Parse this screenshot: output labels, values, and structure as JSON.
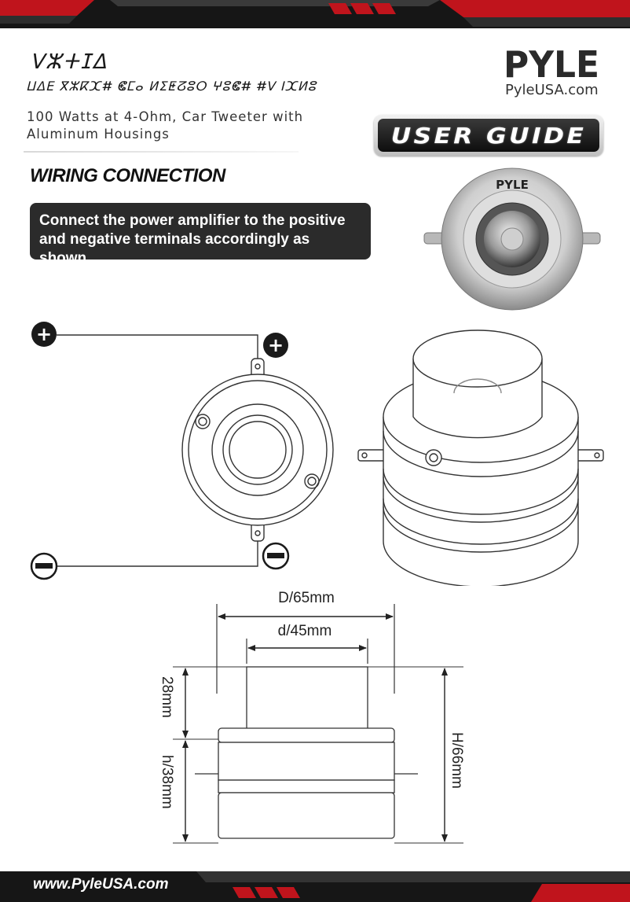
{
  "header": {
    "model_code": "ⴸⵣⵜⵊⵠ",
    "model_subtitle": "ⵡⵠⴹ ⴳⵣⴽⵋⵌ ⵞⵎⴰ ⵍⵉⵟⵒⵓⵔ ⵖⵓⵞⵌ ⵌⴸ ⵏⵋⵍⵓ",
    "product_description": "100 Watts at 4-Ohm, Car Tweeter with Aluminum Housings"
  },
  "brand": {
    "logo_text": "PYLE",
    "website": "PyleUSA.com",
    "guide_badge": "USER GUIDE"
  },
  "wiring": {
    "heading": "WIRING CONNECTION",
    "instruction": "Connect the power amplifier to the positive and negative terminals accordingly as shown.",
    "photo_logo": "PYLE",
    "positive_symbol": "+",
    "negative_symbol": "−"
  },
  "dimensions": {
    "outer_diameter": "D/65mm",
    "inner_diameter": "d/45mm",
    "top_height": "28mm",
    "body_height": "h/38mm",
    "total_height": "H/66mm"
  },
  "footer": {
    "website_url": "www.PyleUSA.com"
  },
  "colors": {
    "accent_red": "#c0141c",
    "dark_bar": "#161616",
    "text_dark": "#222222"
  }
}
